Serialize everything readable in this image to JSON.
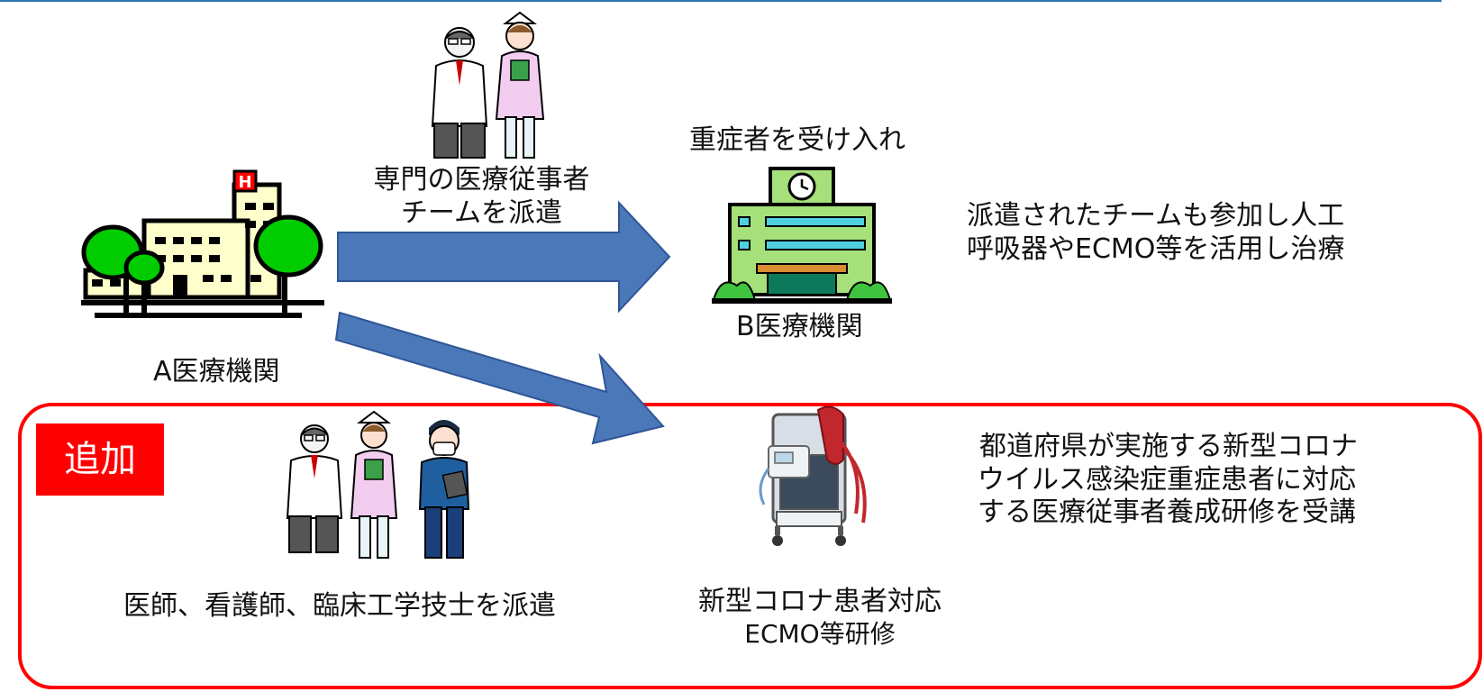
{
  "hospital_a": {
    "label": "A医療機関"
  },
  "team_upper": {
    "line1": "専門の医療従事者",
    "line2": "チームを派遣"
  },
  "hospital_b": {
    "caption_top": "重症者を受け入れ",
    "label": "B医療機関"
  },
  "treatment_note": {
    "line1": "派遣されたチームも参加し人工",
    "line2": "呼吸器やECMO等を活用し治療"
  },
  "addition": {
    "badge": "追加",
    "team_label": "医師、看護師、臨床工学技士を派遣",
    "training": {
      "line1": "新型コロナ患者対応",
      "line2": "ECMO等研修"
    },
    "training_note": {
      "line1": "都道府県が実施する新型コロナ",
      "line2": "ウイルス感染症重症患者に対応",
      "line3": "する医療従事者養成研修を受講"
    }
  },
  "colors": {
    "arrow": "#4a78b8",
    "highlight_box": "#ff0000",
    "rule": "#2e74b5",
    "hospital_green": "#00cc00",
    "building_b": "#a6e07a"
  },
  "icons": [
    "hospital-a-icon",
    "doctor-icon",
    "nurse-icon",
    "clinical-engineer-icon",
    "hospital-b-icon",
    "ecmo-machine-icon",
    "arrow-right-icon"
  ]
}
